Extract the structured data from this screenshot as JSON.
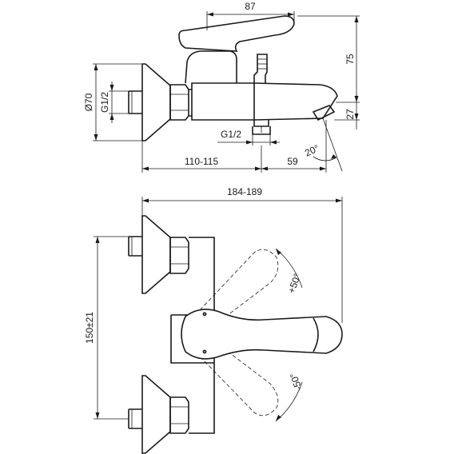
{
  "dimensions": {
    "handle_length": "87",
    "height_to_lever": "75",
    "rosette_diameter": "Ø70",
    "inlet_thread_side": "G1/2",
    "spout_drop": "27",
    "outlet_thread": "G1/2",
    "spout_angle": "20°",
    "wall_to_body": "110-115",
    "spout_projection": "59",
    "overall_width": "184-189",
    "inlet_centres": "150±21",
    "lever_rotation_up": "+50°",
    "lever_rotation_down": "-50°"
  }
}
